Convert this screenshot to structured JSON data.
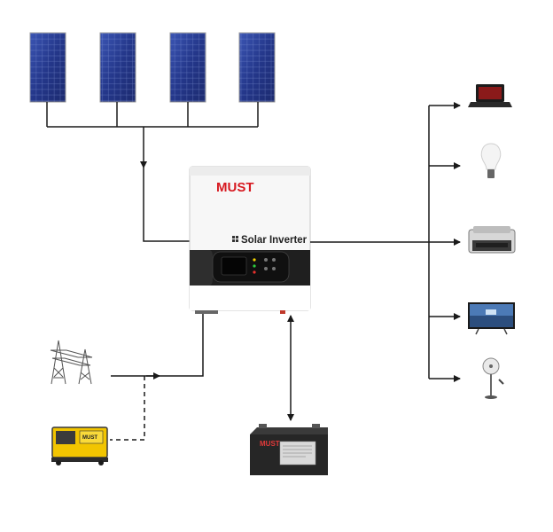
{
  "inverter": {
    "brand": "MUST",
    "label": "Solar Inverter"
  },
  "battery": {
    "brand": "MUST"
  },
  "generator": {
    "brand": "MUST"
  },
  "solar_panels": [
    "panel-1",
    "panel-2",
    "panel-3",
    "panel-4"
  ],
  "loads": [
    "laptop",
    "light-bulb",
    "printer",
    "television",
    "fan"
  ],
  "colors": {
    "panel_blue": "#2b3d8f",
    "line": "#1a1a1a",
    "brand_red": "#d71920",
    "generator_yellow": "#f2c500"
  }
}
